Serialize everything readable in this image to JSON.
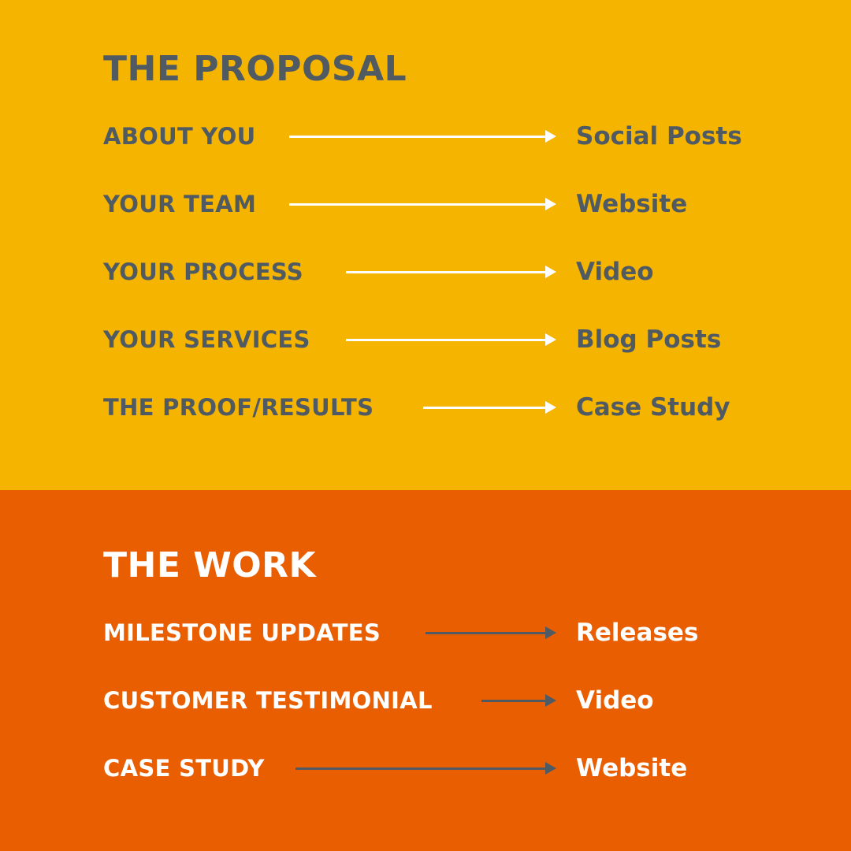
{
  "colors": {
    "proposal_bg": "#f5b400",
    "work_bg": "#e95e00",
    "slate": "#4f5a63",
    "white": "#ffffff"
  },
  "proposal": {
    "title": "THE PROPOSAL",
    "rows": [
      {
        "label": "ABOUT YOU",
        "target": "Social Posts"
      },
      {
        "label": "YOUR TEAM",
        "target": "Website"
      },
      {
        "label": "YOUR PROCESS",
        "target": "Video"
      },
      {
        "label": "YOUR SERVICES",
        "target": "Blog Posts"
      },
      {
        "label": "THE PROOF/RESULTS",
        "target": "Case Study"
      }
    ]
  },
  "work": {
    "title": "THE WORK",
    "rows": [
      {
        "label": "MILESTONE UPDATES",
        "target": "Releases"
      },
      {
        "label": "CUSTOMER TESTIMONIAL",
        "target": "Video"
      },
      {
        "label": "CASE STUDY",
        "target": "Website"
      }
    ]
  }
}
